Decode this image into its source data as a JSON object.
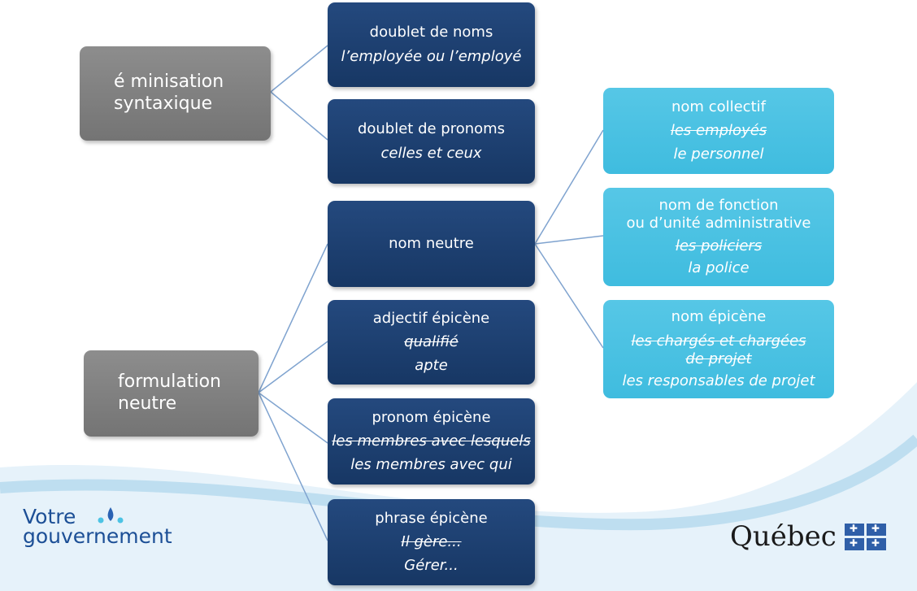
{
  "categories": {
    "feminisation": [
      "é minisation",
      "syntaxique"
    ],
    "formulation": [
      "formulation",
      "neutre"
    ]
  },
  "methods": {
    "doublet_noms": {
      "title": "doublet de noms",
      "example": "l’employée ou l’employé"
    },
    "doublet_pronoms": {
      "title": "doublet de pronoms",
      "example": "celles et ceux"
    },
    "nom_neutre": {
      "title": "nom neutre"
    },
    "adjectif": {
      "title": "adjectif épicène",
      "struck": "qualifié",
      "example": "apte"
    },
    "pronom": {
      "title": "pronom épicène",
      "struck": "les membres avec lesquels",
      "example": "les membres avec qui"
    },
    "phrase": {
      "title": "phrase épicène",
      "struck": "Il gère...",
      "example": "Gérer..."
    }
  },
  "subtypes": {
    "collectif": {
      "title": "nom collectif",
      "struck": "les employés",
      "example": "le personnel"
    },
    "fonction": {
      "title_lines": [
        "nom de fonction",
        "ou d’unité administrative"
      ],
      "struck": "les policiers",
      "example": "la police"
    },
    "epicene": {
      "title": "nom épicène",
      "struck_lines": [
        "les chargés et chargées",
        "de projet"
      ],
      "example": "les responsables de projet"
    }
  },
  "logos": {
    "votre": "Votre",
    "gouvernement": "gouvernement",
    "quebec": "Québec"
  },
  "colors": {
    "grey": "#7d7d7d",
    "dark_blue": "#1d3f70",
    "light_blue": "#4cc3e4",
    "line": "#7fa3cf"
  }
}
